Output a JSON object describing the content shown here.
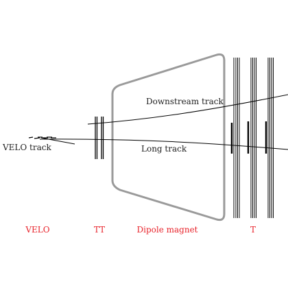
{
  "colors": {
    "background": "#ffffff",
    "magnet_outline": "#9a9a9a",
    "detector_label": "#e8222a",
    "track_line": "#000000",
    "track_label": "#222222"
  },
  "labels": {
    "downstream_track": "Downstream track",
    "long_track": "Long track",
    "velo_track": "VELO track"
  },
  "detectors": {
    "velo": "VELO",
    "tt": "TT",
    "magnet": "Dipole magnet",
    "t": "T"
  }
}
